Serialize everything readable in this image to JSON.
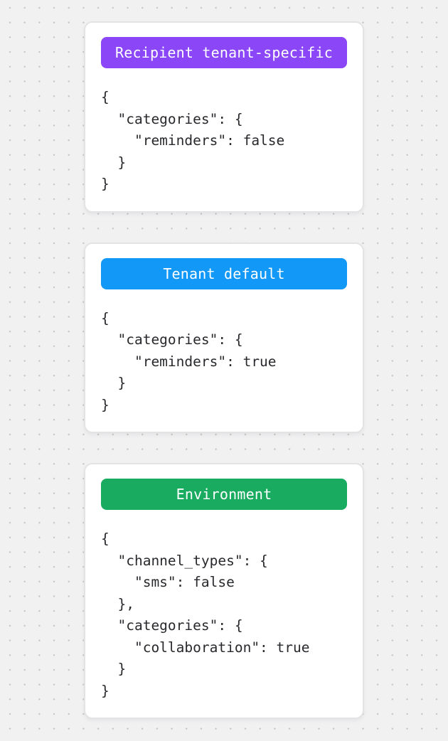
{
  "canvas": {
    "background_color": "#f1f1f2",
    "dot_color": "#c2c2c4",
    "card_background": "#ffffff",
    "card_border_color": "#e3e3e5",
    "code_text_color": "#28292c"
  },
  "cards": [
    {
      "name": "recipient-tenant-specific",
      "badge": {
        "label": "Recipient tenant-specific",
        "color": "#8b46f7",
        "text_color": "#ffffff"
      },
      "code_lines": [
        "{",
        "  \"categories\": {",
        "    \"reminders\": false",
        "  }",
        "}"
      ]
    },
    {
      "name": "tenant-default",
      "badge": {
        "label": "Tenant default",
        "color": "#1298f6",
        "text_color": "#ffffff"
      },
      "code_lines": [
        "{",
        "  \"categories\": {",
        "    \"reminders\": true",
        "  }",
        "}"
      ]
    },
    {
      "name": "environment",
      "badge": {
        "label": "Environment",
        "color": "#19ab5f",
        "text_color": "#ffffff"
      },
      "code_lines": [
        "{",
        "  \"channel_types\": {",
        "    \"sms\": false",
        "  },",
        "  \"categories\": {",
        "    \"collaboration\": true",
        "  }",
        "}"
      ]
    }
  ]
}
